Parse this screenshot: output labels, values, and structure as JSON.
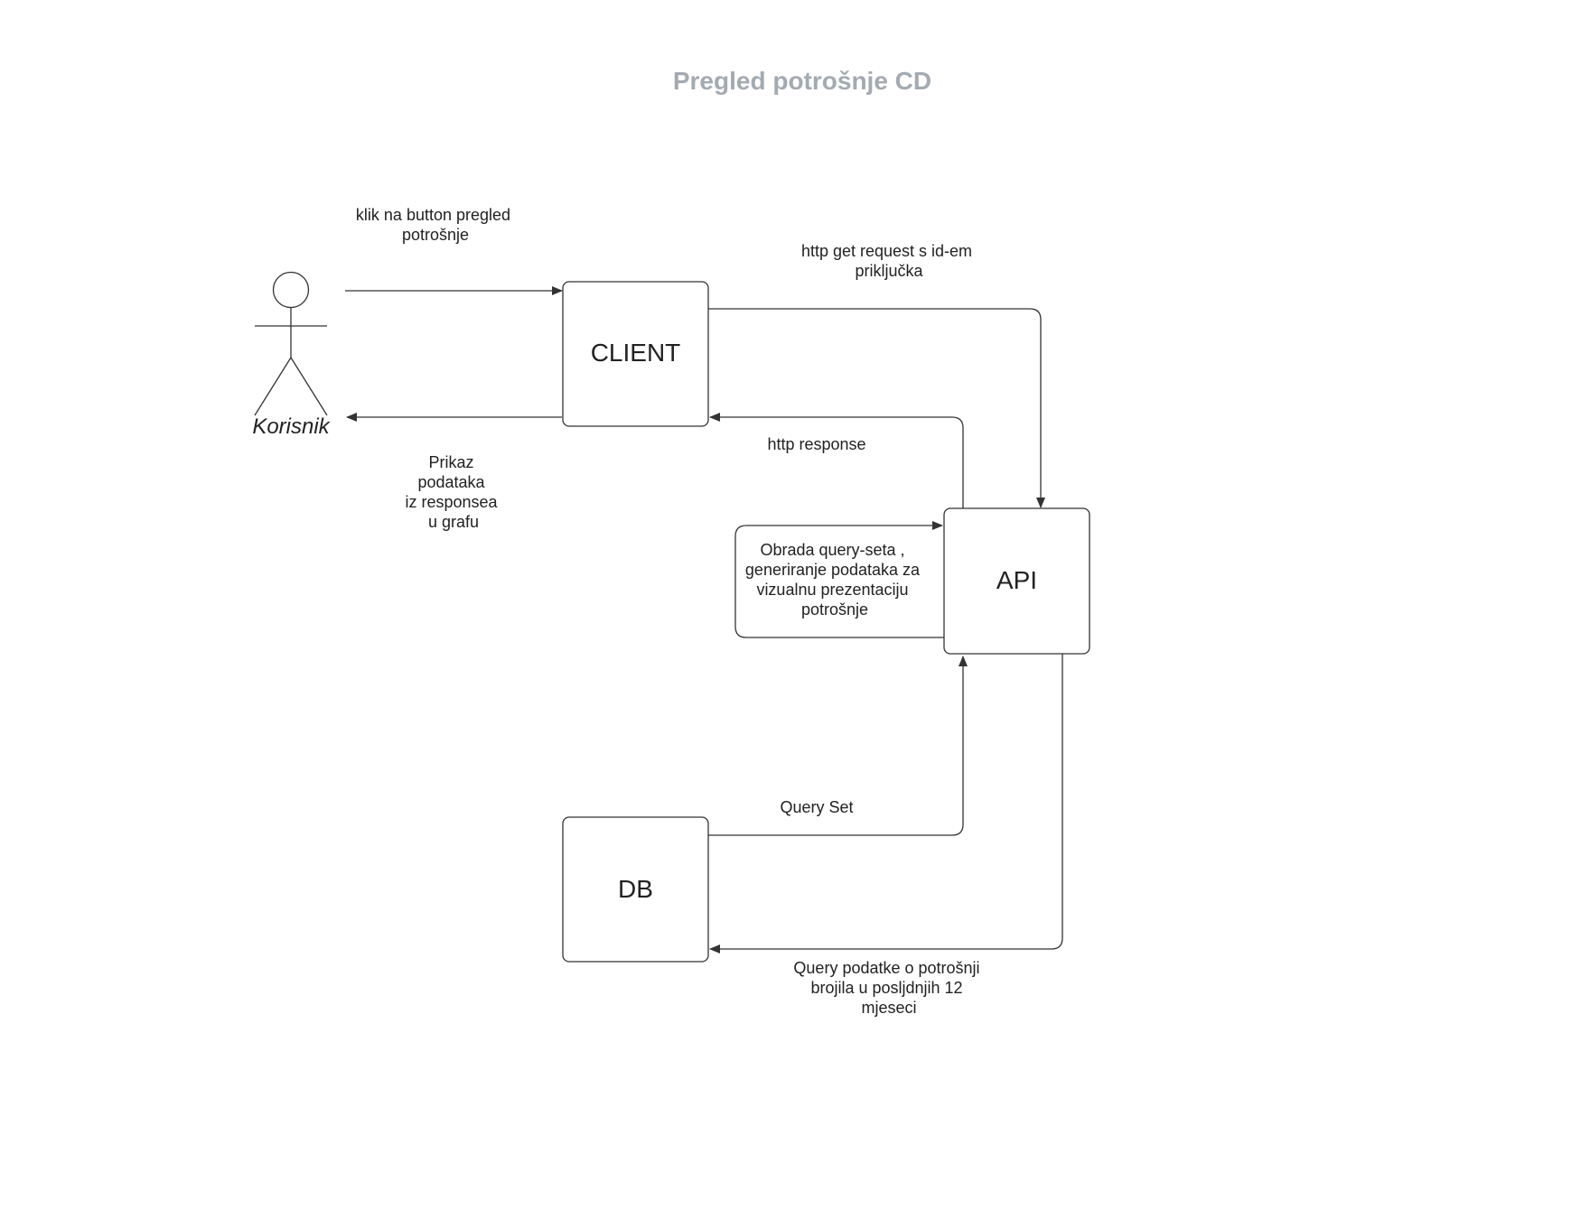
{
  "title": "Pregled potrošnje CD",
  "actor": {
    "label": "Korisnik"
  },
  "nodes": {
    "client": "CLIENT",
    "api": "API",
    "db": "DB",
    "process": [
      "Obrada query-seta ,",
      "generiranje podataka za",
      "vizualnu prezentaciju",
      "potrošnje"
    ]
  },
  "edges": {
    "click": [
      "klik na button pregled",
      "potrošnje"
    ],
    "display": [
      "Prikaz",
      "podataka",
      "iz responsea",
      "u grafu"
    ],
    "get_request": [
      "http get request s id-em",
      "priključka"
    ],
    "response": [
      "http response"
    ],
    "query_set": [
      "Query Set"
    ],
    "query_data": [
      "Query podatke o potrošnji",
      "brojila u posljdnjih 12",
      "mjeseci"
    ]
  },
  "colors": {
    "title": "#a3aab2",
    "stroke": "#333333",
    "text": "#222222"
  }
}
